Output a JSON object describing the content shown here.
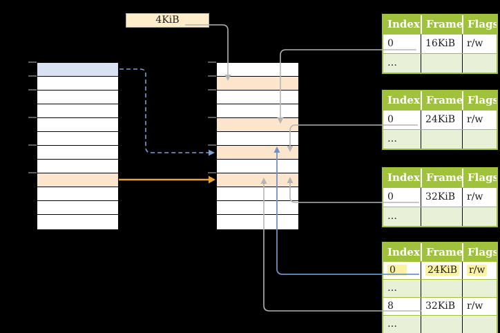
{
  "palette": {
    "bg": "#000000",
    "row_white": "#ffffff",
    "row_blue": "#d8e2f3",
    "row_orange": "#fce5cd",
    "box_cream": "#fdedc9",
    "box_border": "#a6a6a6",
    "green": "#9fc13d",
    "row_green": "#e9f0d8",
    "yellow": "#fbf3a0",
    "line_gray": "#b5b5b5",
    "tick_gray": "#7f7f7f",
    "arrow_orange": "#eaa339",
    "arrow_blue": "#7191c5",
    "dash_blue": "#7f9fd1"
  },
  "page_size_label": {
    "text": "4KiB"
  },
  "virtual_memory": {
    "rows": 12,
    "blue_rows": [
      0
    ],
    "orange_rows": [
      8
    ]
  },
  "physical_memory": {
    "rows": 12,
    "blue_rows": [],
    "orange_rows": [
      1,
      4,
      6,
      8
    ]
  },
  "page_tables": [
    {
      "headers": [
        "Index",
        "Frame",
        "Flags"
      ],
      "rows": [
        {
          "index": "0",
          "frame": "16KiB",
          "flags": "r/w",
          "shaded": false,
          "highlight": false
        },
        {
          "index": "…",
          "frame": "",
          "flags": "",
          "shaded": true,
          "highlight": false
        }
      ]
    },
    {
      "headers": [
        "Index",
        "Frame",
        "Flags"
      ],
      "rows": [
        {
          "index": "0",
          "frame": "24KiB",
          "flags": "r/w",
          "shaded": false,
          "highlight": false
        },
        {
          "index": "…",
          "frame": "",
          "flags": "",
          "shaded": true,
          "highlight": false
        }
      ]
    },
    {
      "headers": [
        "Index",
        "Frame",
        "Flags"
      ],
      "rows": [
        {
          "index": "0",
          "frame": "32KiB",
          "flags": "r/w",
          "shaded": false,
          "highlight": false
        },
        {
          "index": "…",
          "frame": "",
          "flags": "",
          "shaded": true,
          "highlight": false
        }
      ]
    },
    {
      "headers": [
        "Index",
        "Frame",
        "Flags"
      ],
      "rows": [
        {
          "index": "0",
          "frame": "24KiB",
          "flags": "r/w",
          "shaded": false,
          "highlight": true
        },
        {
          "index": "…",
          "frame": "",
          "flags": "",
          "shaded": true,
          "highlight": false
        },
        {
          "index": "8",
          "frame": "32KiB",
          "flags": "r/w",
          "shaded": false,
          "highlight": false
        },
        {
          "index": "…",
          "frame": "",
          "flags": "",
          "shaded": true,
          "highlight": false
        }
      ]
    }
  ],
  "arrows": [
    {
      "name": "page-size-pointer",
      "from": "4KiB label",
      "to": "physical frame row 1",
      "color": "gray",
      "style": "solid"
    },
    {
      "name": "vm-page0-mapping",
      "from": "virtual page 0",
      "to": "physical frame 24KiB",
      "color": "blue",
      "style": "dashed"
    },
    {
      "name": "vm-page8-mapping",
      "from": "virtual page 8",
      "to": "physical frame 32KiB",
      "color": "orange",
      "style": "solid"
    },
    {
      "name": "pt1-entry0-frame",
      "from": "page table 1 entry 0",
      "to": "physical frame 16KiB",
      "color": "gray",
      "style": "solid"
    },
    {
      "name": "pt2-entry0-frame",
      "from": "page table 2 entry 0",
      "to": "physical frame 24KiB",
      "color": "gray",
      "style": "solid"
    },
    {
      "name": "pt3-entry0-frame",
      "from": "page table 3 entry 0",
      "to": "physical frame 32KiB",
      "color": "gray",
      "style": "solid"
    },
    {
      "name": "pt4-entry0-frame",
      "from": "page table 4 entry 0",
      "to": "physical frame 24KiB",
      "color": "blue",
      "style": "solid"
    },
    {
      "name": "pt4-entry8-frame",
      "from": "page table 4 entry 8",
      "to": "physical frame 32KiB",
      "color": "gray",
      "style": "solid"
    }
  ]
}
